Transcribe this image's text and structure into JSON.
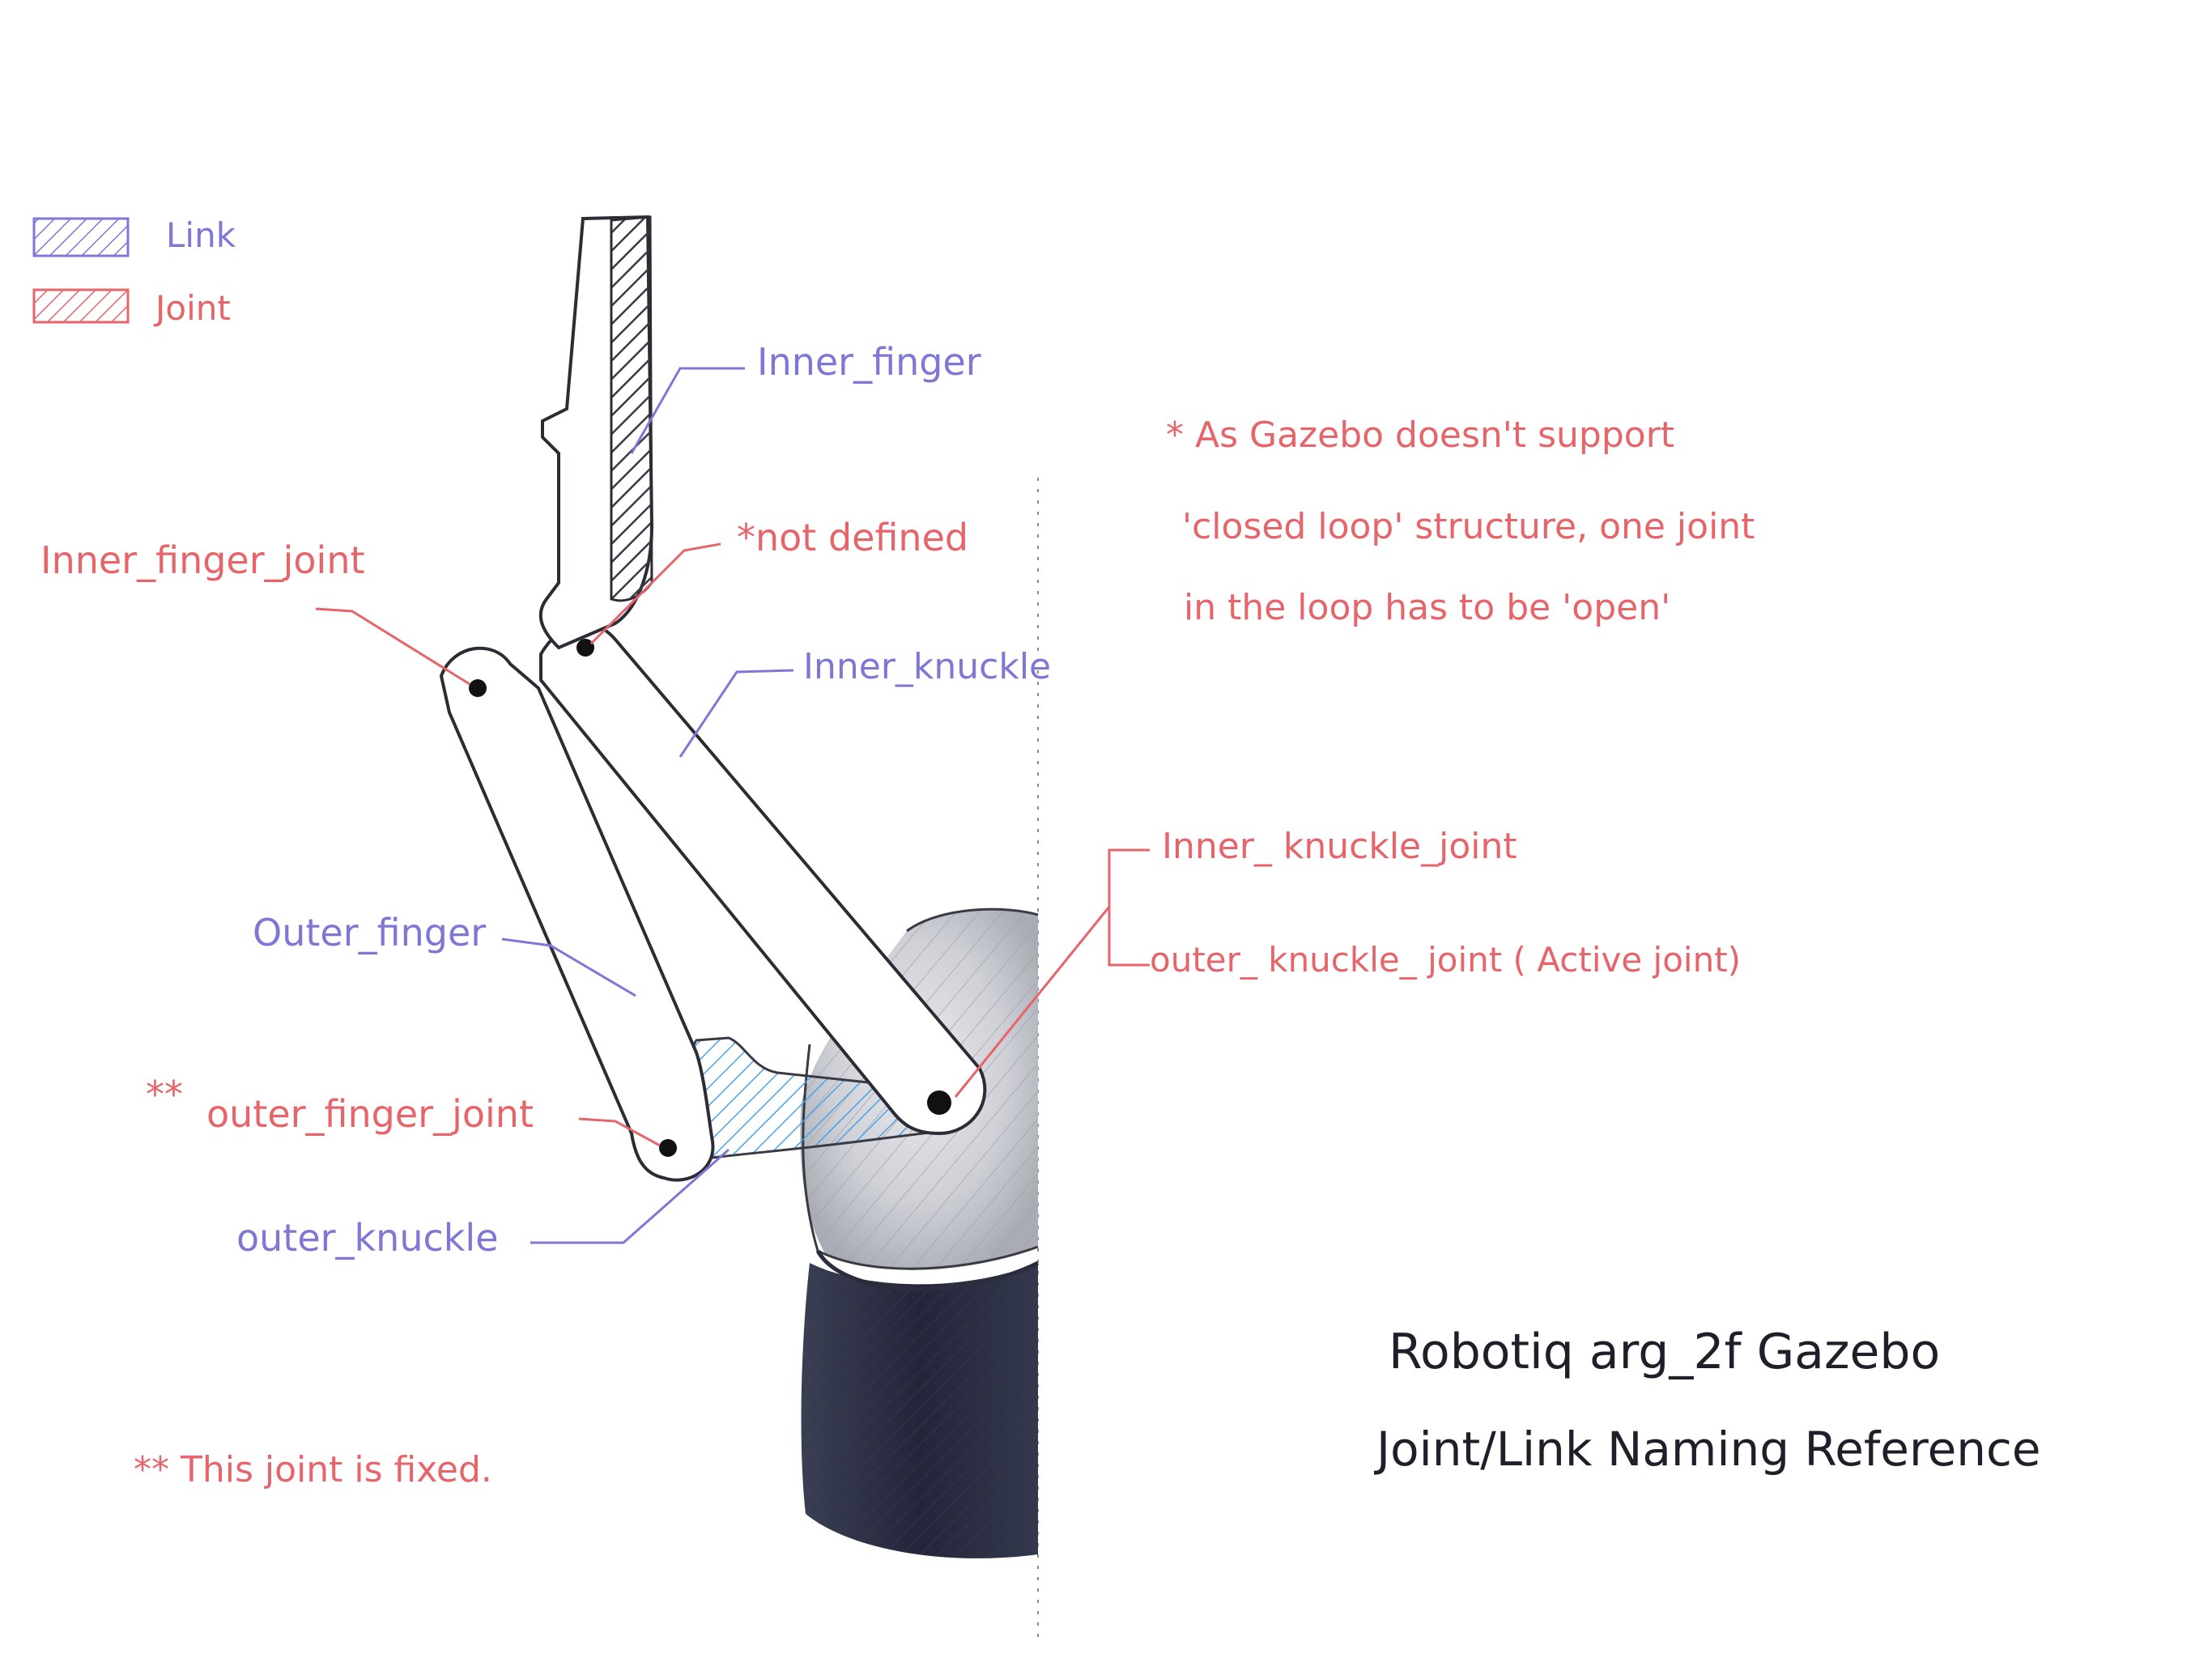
{
  "legend": {
    "link_label": "Link",
    "joint_label": "Joint"
  },
  "labels": {
    "inner_finger": "Inner_finger",
    "inner_finger_joint": "Inner_finger_joint",
    "not_defined": "*not defined",
    "inner_knuckle": "Inner_knuckle",
    "inner_knuckle_joint": "Inner_ knuckle_joint",
    "outer_knuckle_joint": "outer_ knuckle_ joint ( Active joint)",
    "outer_finger": "Outer_finger",
    "outer_finger_joint_marker": "**",
    "outer_finger_joint": "outer_finger_joint",
    "outer_knuckle": "outer_knuckle"
  },
  "notes": {
    "loop_line1": "* As Gazebo doesn't support",
    "loop_line2": "'closed loop' structure, one joint",
    "loop_line3": "in the loop has to be 'open'",
    "fixed_note": "** This joint is fixed."
  },
  "title": {
    "line1": "Robotiq arg_2f Gazebo",
    "line2": "Joint/Link Naming Reference"
  },
  "colors": {
    "link": "#7f77d6",
    "joint": "#e5656b",
    "text_dark": "#1f1f2a",
    "base_dark": "#2a2d3d",
    "base_grey": "#c9cbd1",
    "hatch_blue": "#4aa3e8"
  }
}
